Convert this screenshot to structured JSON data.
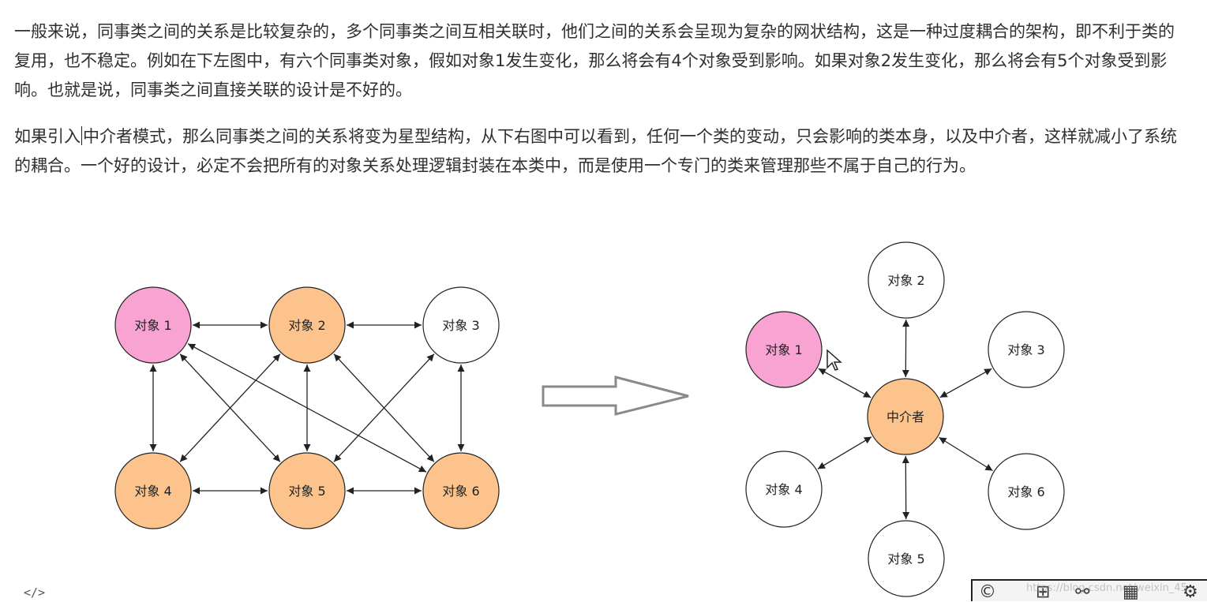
{
  "paragraphs": {
    "p1": "一般来说，同事类之间的关系是比较复杂的，多个同事类之间互相关联时，他们之间的关系会呈现为复杂的网状结构，这是一种过度耦合的架构，即不利于类的复用，也不稳定。例如在下左图中，有六个同事类对象，假如对象1发生变化，那么将会有4个对象受到影响。如果对象2发生变化，那么将会有5个对象受到影响。也就是说，同事类之间直接关联的设计是不好的。",
    "p2_before_cursor": "如果引入",
    "p2_after_cursor": "中介者模式，那么同事类之间的关系将变为星型结构，从下右图中可以看到，任何一个类的变动，只会影响的类本身，以及中介者，这样就减小了系统的耦合。一个好的设计，必定不会把所有的对象关系处理逻辑封装在本类中，而是使用一个专门的类来管理那些不属于自己的行为。"
  },
  "left_diagram": {
    "nodes": [
      {
        "label": "对象 1",
        "fill": "#f9a3d3"
      },
      {
        "label": "对象 2",
        "fill": "#fcc48c"
      },
      {
        "label": "对象 3",
        "fill": "#ffffff"
      },
      {
        "label": "对象 4",
        "fill": "#fcc48c"
      },
      {
        "label": "对象 5",
        "fill": "#fcc48c"
      },
      {
        "label": "对象 6",
        "fill": "#fcc48c"
      }
    ]
  },
  "arrow_icon": "hollow-right-arrow-icon",
  "right_diagram": {
    "center": {
      "label": "中介者",
      "fill": "#fcc48c"
    },
    "nodes": [
      {
        "label": "对象 1",
        "fill": "#f9a3d3"
      },
      {
        "label": "对象 2",
        "fill": "#ffffff"
      },
      {
        "label": "对象 3",
        "fill": "#ffffff"
      },
      {
        "label": "对象 4",
        "fill": "#ffffff"
      },
      {
        "label": "对象 5",
        "fill": "#ffffff"
      },
      {
        "label": "对象 6",
        "fill": "#ffffff"
      }
    ]
  },
  "footer": {
    "code_icon_text": "</>",
    "watermark": "https://blog.csdn.net/weixin_45..."
  },
  "colors": {
    "pink": "#f9a3d3",
    "orange": "#fcc48c",
    "stroke": "#222222"
  }
}
